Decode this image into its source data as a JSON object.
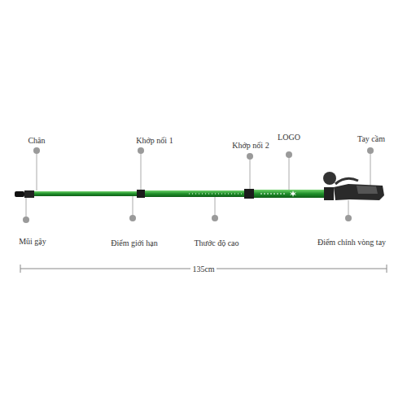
{
  "diagram": {
    "labels": [
      "Chân",
      "Khớp nối 1",
      "Khớp nối 2",
      "LOGO",
      "Tay cầm",
      "Mũi gậy",
      "Điểm giới hạn",
      "Thước độ cao",
      "Điểm chỉnh vòng tay",
      "135cm"
    ]
  }
}
